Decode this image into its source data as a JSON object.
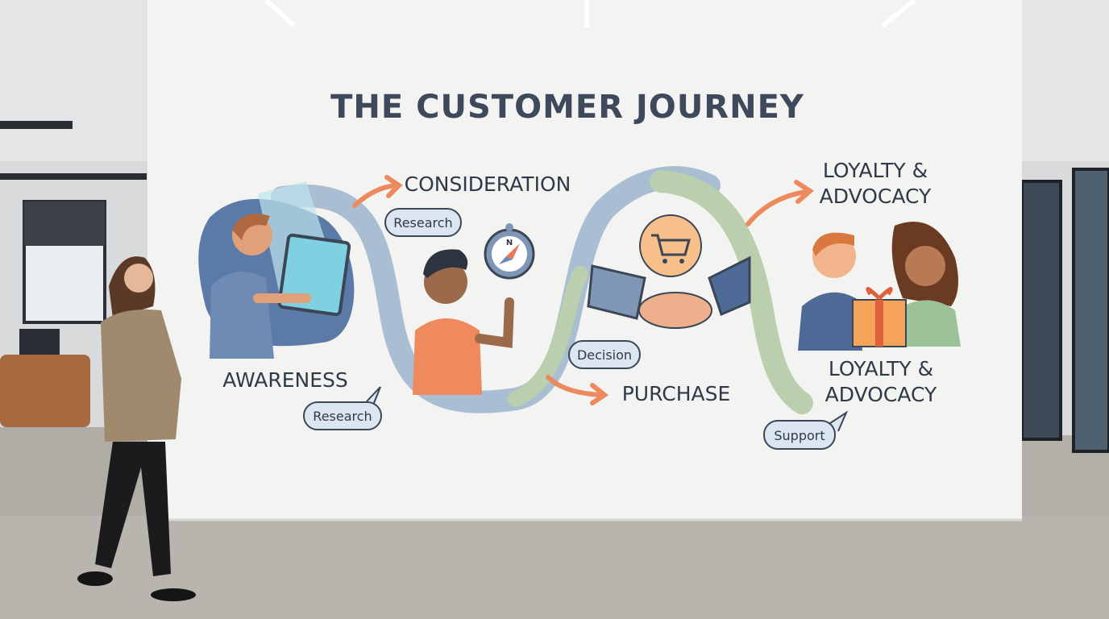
{
  "mural": {
    "title": "THE CUSTOMER JOURNEY",
    "stages": {
      "awareness": "AWARENESS",
      "consideration": "CONSIDERATION",
      "purchase": "PURCHASE",
      "loyalty_top_line1": "LOYALTY &",
      "loyalty_top_line2": "ADVOCACY",
      "loyalty_bottom_line1": "LOYALTY &",
      "loyalty_bottom_line2": "ADVOCACY"
    },
    "bubbles": {
      "research_top": "Research",
      "research_bottom": "Research",
      "decision": "Decision",
      "support": "Support"
    },
    "compass_label": "N",
    "icons": [
      "tablet-icon",
      "compass-icon",
      "shopping-cart-icon",
      "handshake-icon",
      "gift-icon"
    ],
    "colors": {
      "path_blue": "#a9bdd3",
      "path_green": "#b9cfae",
      "arrow_orange": "#ec8a5e",
      "cart_circle": "#f7c08a",
      "wall": "#f3f3f1"
    }
  }
}
